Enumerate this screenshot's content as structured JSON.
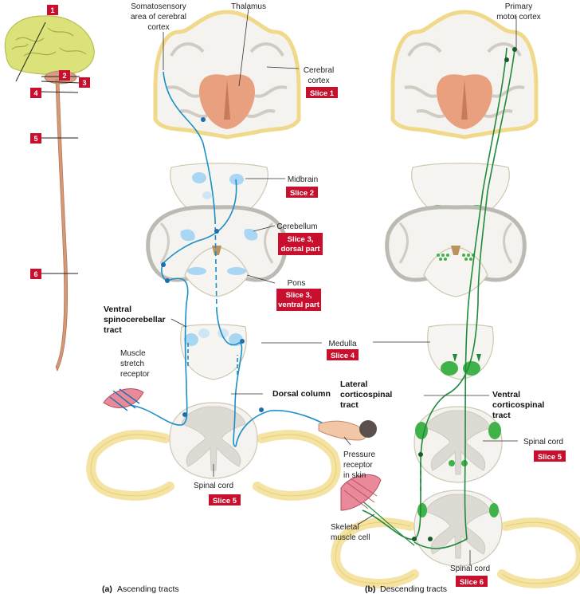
{
  "colors": {
    "tag_red": "#c8102e",
    "ascending_blue": "#1a8fc9",
    "descending_green": "#1f8a3a",
    "tract_blue_light": "#a9d6f2",
    "tract_green_fill": "#3fb24a",
    "thalamus": "#e39a78",
    "gray_matter": "#d9d6d0",
    "white_matter": "#f4f2ee",
    "cortex_outline": "#f3e2a3",
    "spinal_nerve": "#f6e6a6"
  },
  "slice_numbers": [
    "1",
    "2",
    "3",
    "4",
    "5",
    "6"
  ],
  "panel_a": {
    "caption_letter": "(a)",
    "caption_text": "Ascending tracts",
    "labels": {
      "somatosensory": [
        "Somatosensory",
        "area of cerebral",
        "cortex"
      ],
      "thalamus": "Thalamus",
      "cerebral_cortex": [
        "Cerebral",
        "cortex"
      ],
      "midbrain": "Midbrain",
      "cerebellum": "Cerebellum",
      "pons": "Pons",
      "medulla": "Medulla",
      "ventral_spinocerebellar": [
        "Ventral",
        "spinocerebellar",
        "tract"
      ],
      "muscle_stretch": [
        "Muscle",
        "stretch",
        "receptor"
      ],
      "dorsal_column": "Dorsal column",
      "pressure_receptor": [
        "Pressure",
        "receptor",
        "in skin"
      ],
      "spinal_cord": "Spinal cord"
    },
    "tags": {
      "slice1": "Slice 1",
      "slice2": "Slice 2",
      "slice3_dorsal": [
        "Slice 3,",
        "dorsal part"
      ],
      "slice3_ventral": [
        "Slice 3,",
        "ventral part"
      ],
      "slice4": "Slice 4",
      "slice5": "Slice 5"
    }
  },
  "panel_b": {
    "caption_letter": "(b)",
    "caption_text": "Descending tracts",
    "labels": {
      "primary_motor": [
        "Primary",
        "motor cortex"
      ],
      "lateral_corticospinal": [
        "Lateral",
        "corticospinal",
        "tract"
      ],
      "ventral_corticospinal": [
        "Ventral",
        "corticospinal",
        "tract"
      ],
      "spinal_cord_upper": "Spinal cord",
      "skeletal_muscle": [
        "Skeletal",
        "muscle cell"
      ],
      "spinal_cord_lower": "Spinal cord"
    },
    "tags": {
      "slice5": "Slice 5",
      "slice6": "Slice 6"
    }
  }
}
